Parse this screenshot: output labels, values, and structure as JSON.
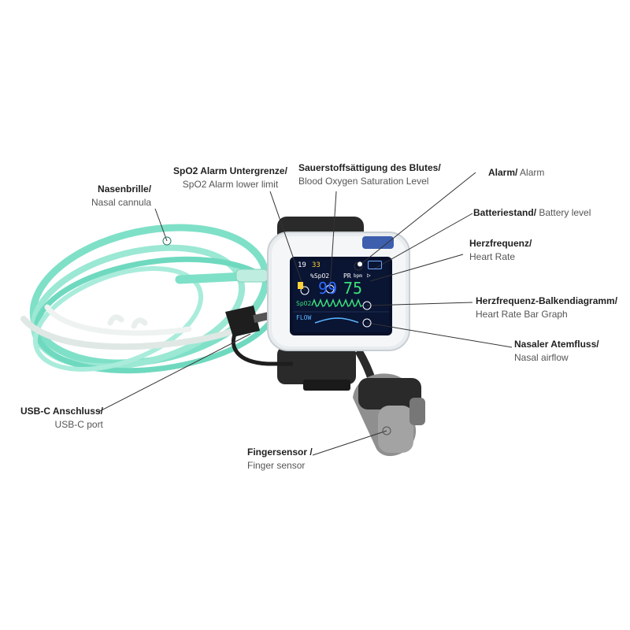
{
  "colors": {
    "tube": "#7fe0c8",
    "tube_clear": "#dfe8e4",
    "device_body": "#e9ecef",
    "strap": "#2a2a2a",
    "screen_bg": "#08102a",
    "spo2_text": "#2e6bff",
    "pr_text": "#39e07a",
    "wave_green": "#39e07a",
    "wave_blue": "#58b5ff",
    "sensor": "#8f8f8f",
    "leader_line": "#333333"
  },
  "labels": {
    "nasal_cannula": {
      "de": "Nasenbrille/",
      "en": "Nasal cannula"
    },
    "spo2_alarm_limit": {
      "de": "SpO2 Alarm Untergrenze/",
      "en": "SpO2 Alarm lower limit"
    },
    "oxygen_saturation": {
      "de": "Sauerstoffsättigung des Blutes/",
      "en": "Blood Oxygen Saturation Level"
    },
    "alarm": {
      "de": "Alarm/",
      "en": " Alarm"
    },
    "battery": {
      "de": "Batteriestand/",
      "en": " Battery level"
    },
    "heart_rate": {
      "de": "Herzfrequenz/",
      "en": "Heart Rate"
    },
    "heart_rate_bar": {
      "de": "Herzfrequenz-Balkendiagramm/",
      "en": "Heart Rate Bar Graph"
    },
    "nasal_airflow": {
      "de": "Nasaler Atemfluss/",
      "en": "Nasal airflow"
    },
    "usbc": {
      "de": "USB-C Anschluss/",
      "en": "USB-C port"
    },
    "finger_sensor": {
      "de": "Fingersensor /",
      "en": "Finger sensor"
    }
  },
  "screen": {
    "time_hours": "19",
    "time_minutes": "33",
    "spo2_label": "%SpO2",
    "spo2_value": "99",
    "pr_label": "PR",
    "pr_unit": "bpm",
    "pr_value": "75",
    "spo2_wave_label": "SpO2",
    "flow_label": "FLOW"
  },
  "icons": {
    "alarm": "bell-icon",
    "battery": "battery-icon",
    "sound": "speaker-muted-icon"
  }
}
